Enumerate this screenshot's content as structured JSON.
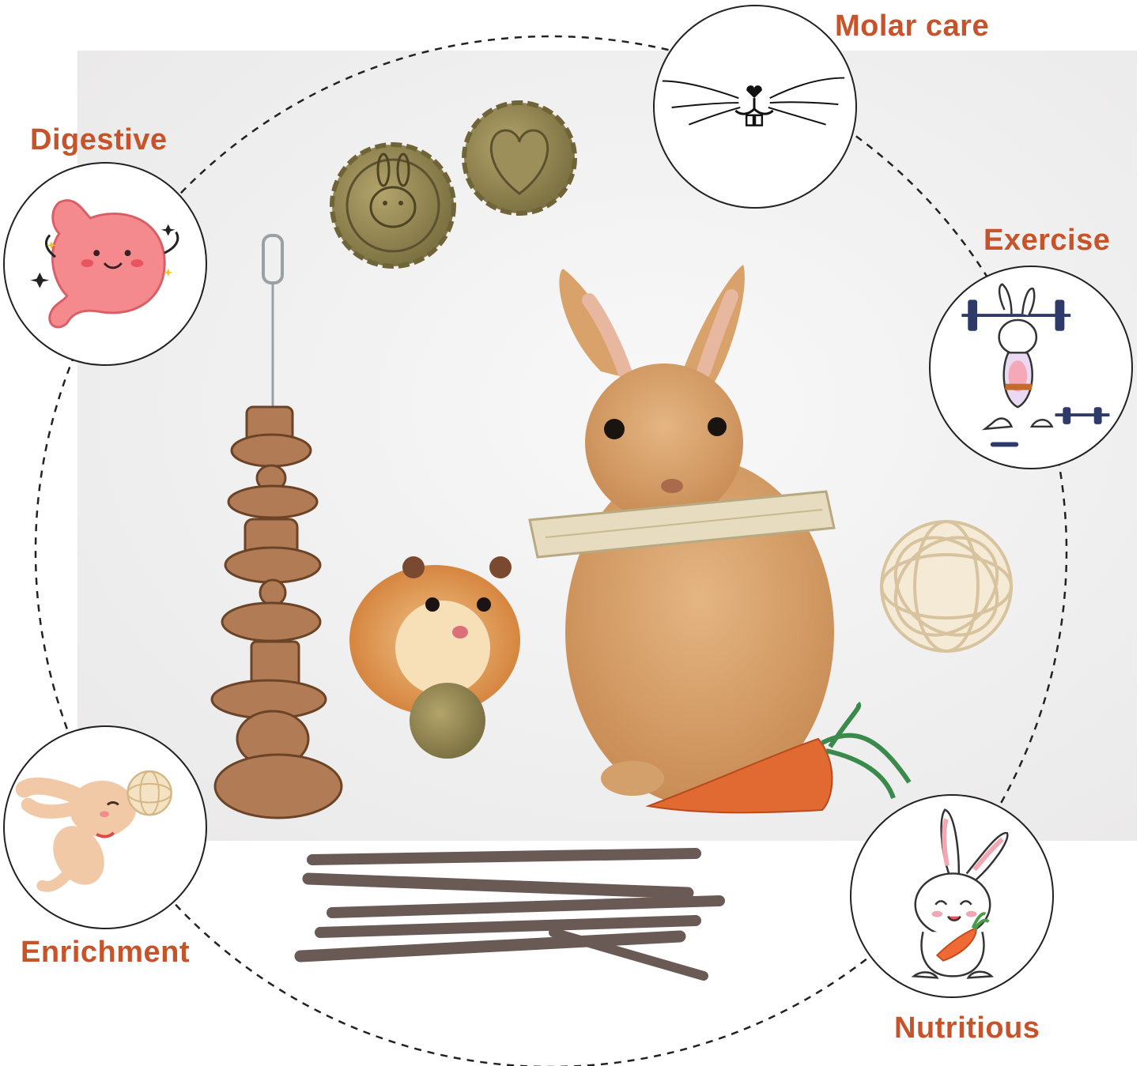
{
  "benefits": {
    "molar_care": "Molar care",
    "digestive": "Digestive",
    "exercise": "Exercise",
    "enrichment": "Enrichment",
    "nutritious": "Nutritious"
  },
  "colors": {
    "label_accent": "#c7532b",
    "outline": "#222222",
    "photo_background": "#f3f2f2"
  },
  "icons": {
    "molar_care": "rabbit-whiskers-teeth-icon",
    "digestive": "happy-stomach-icon",
    "exercise": "weightlifting-rabbit-icon",
    "enrichment": "rabbit-playing-ball-icon",
    "nutritious": "rabbit-hugging-carrot-icon"
  }
}
